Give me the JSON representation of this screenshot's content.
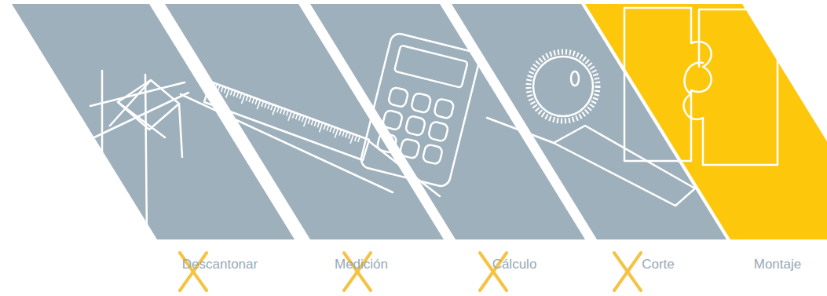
{
  "diagram": {
    "nodes": [
      {
        "text": [
          "Descantonar"
        ]
      },
      {
        "text": [
          "Medición"
        ]
      },
      {
        "text": [
          "Cálculo"
        ]
      },
      {
        "text": [
          "Corte"
        ]
      },
      {
        "text": [
          "Montaje"
        ]
      }
    ]
  }
}
